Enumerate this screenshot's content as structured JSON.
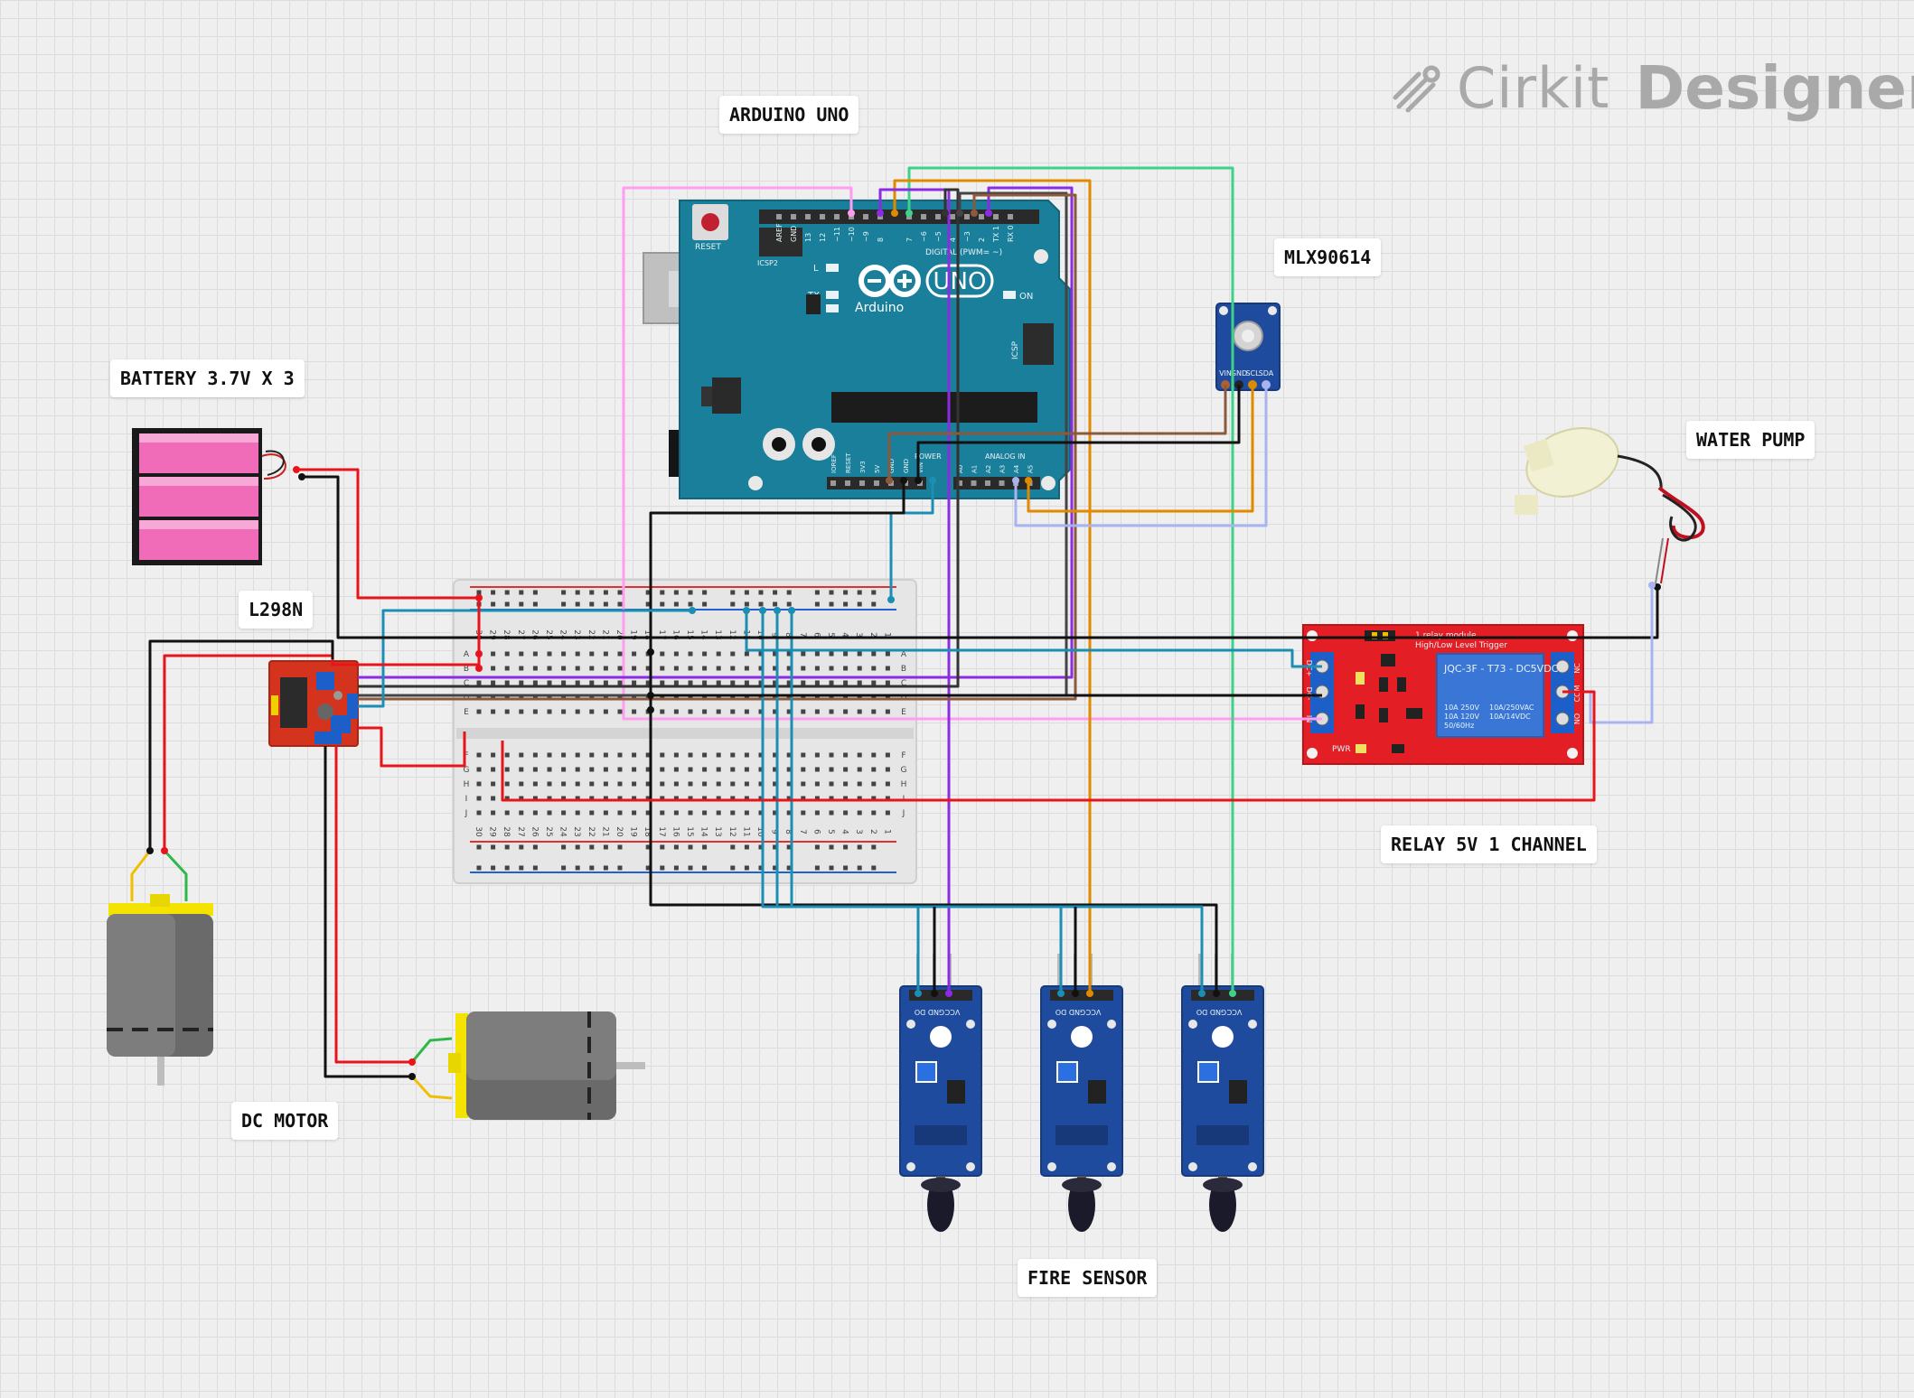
{
  "brand": {
    "name": "Cirkit",
    "product": "Designer",
    "icon": "cirkit-logo-icon"
  },
  "component_labels": {
    "arduino": "ARDUINO UNO",
    "mlx": "MLX90614",
    "battery": "BATTERY 3.7V X 3",
    "l298n": "L298N",
    "water_pump": "WATER PUMP",
    "relay": "RELAY 5V 1 CHANNEL",
    "dc_motor": "DC MOTOR",
    "fire_sensor": "FIRE SENSOR"
  },
  "arduino_board": {
    "reset": "RESET",
    "icsp2": "ICSP2",
    "icsp": "ICSP",
    "logo_text": "Arduino",
    "model": "UNO",
    "on": "ON",
    "l": "L",
    "tx": "TX",
    "rx": "RX",
    "digital": "DIGITAL (PWM= ~)",
    "power": "POWER",
    "analog": "ANALOG IN",
    "top_pins": [
      "AREF",
      "GND",
      "13",
      "12",
      "~11",
      "~10",
      "~9",
      "8",
      "7",
      "~6",
      "~5",
      "4",
      "~3",
      "2",
      "TX 1",
      "RX 0"
    ],
    "power_pins": [
      "IOREF",
      "RESET",
      "3V3",
      "5V",
      "GND",
      "GND",
      "VIN"
    ],
    "analog_pins": [
      "A0",
      "A1",
      "A2",
      "A3",
      "A4",
      "A5"
    ]
  },
  "mlx_pins": [
    "VIN",
    "GND",
    "SCL",
    "SDA"
  ],
  "relay_board": {
    "title": "1 relay module",
    "subtitle": "High/Low Level Trigger",
    "model": "JQC-3F - T73 - DC5VDC",
    "spec_left": [
      "10A 250V",
      "10A 120V",
      "50/60Hz"
    ],
    "spec_right": [
      "10A/250VAC",
      "10A/14VDC"
    ],
    "pwr": "PWR",
    "in_pins": [
      "DC+",
      "DC-",
      "IN"
    ],
    "out_pins": [
      "NC",
      "COM",
      "NO"
    ]
  },
  "fire_sensor_pins": [
    "DO",
    "GND",
    "VCC"
  ],
  "breadboard": {
    "col_numbers": [
      "30",
      "29",
      "28",
      "27",
      "26",
      "25",
      "24",
      "23",
      "22",
      "21",
      "20",
      "19",
      "18",
      "17",
      "16",
      "15",
      "14",
      "13",
      "12",
      "11",
      "10",
      "9",
      "8",
      "7",
      "6",
      "5",
      "4",
      "3",
      "2",
      "1"
    ],
    "row_letters_top": [
      "A",
      "B",
      "C",
      "D",
      "E"
    ],
    "row_letters_bottom": [
      "F",
      "G",
      "H",
      "I",
      "J"
    ]
  },
  "colors": {
    "arduino": "#1a7f9a",
    "relay": "#e31e24",
    "sensor": "#1f4b9e",
    "l298n": "#d4331d",
    "battery": "#f06bb8",
    "motor_cap": "#f4e300",
    "wire_red": "#e8141c",
    "wire_black": "#111111",
    "wire_teal": "#1b8fb3",
    "wire_purple": "#8b2be2",
    "wire_orange": "#e08a00",
    "wire_green": "#3ed18a",
    "wire_pink": "#ff9ef0",
    "wire_brown": "#8b5a3c",
    "wire_lavender": "#a8b4f0"
  }
}
